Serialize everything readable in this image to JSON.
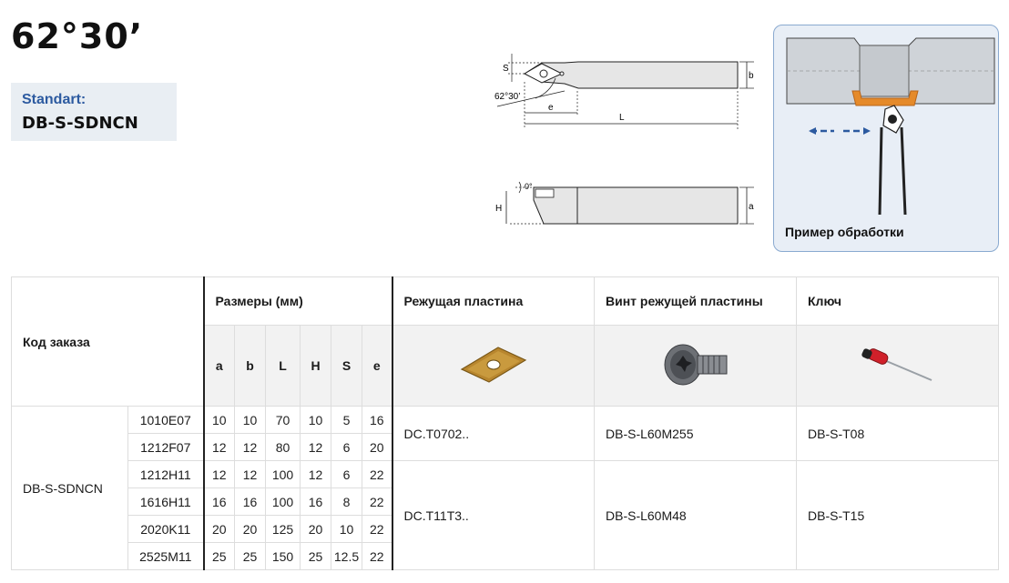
{
  "title": "62°30’",
  "standard": {
    "label": "Standart:",
    "value": "DB-S-SDNCN"
  },
  "drawing": {
    "top_labels": {
      "s": "S",
      "b": "b",
      "angle": "62°30’",
      "e": "e",
      "l": "L"
    },
    "side_labels": {
      "angle": "0°",
      "h": "H",
      "a": "a"
    }
  },
  "example": {
    "caption": "Пример обработки"
  },
  "table": {
    "headers": {
      "order_code": "Код заказа",
      "dimensions": "Размеры (мм)",
      "insert": "Режущая пластина",
      "screw": "Винт режущей пластины",
      "key": "Ключ"
    },
    "dim_columns": [
      "a",
      "b",
      "L",
      "H",
      "S",
      "e"
    ],
    "family": "DB-S-SDNCN",
    "rows": [
      {
        "size": "1010E07",
        "a": "10",
        "b": "10",
        "L": "70",
        "H": "10",
        "S": "5",
        "e": "16"
      },
      {
        "size": "1212F07",
        "a": "12",
        "b": "12",
        "L": "80",
        "H": "12",
        "S": "6",
        "e": "20"
      },
      {
        "size": "1212H11",
        "a": "12",
        "b": "12",
        "L": "100",
        "H": "12",
        "S": "6",
        "e": "22"
      },
      {
        "size": "1616H11",
        "a": "16",
        "b": "16",
        "L": "100",
        "H": "16",
        "S": "8",
        "e": "22"
      },
      {
        "size": "2020K11",
        "a": "20",
        "b": "20",
        "L": "125",
        "H": "20",
        "S": "10",
        "e": "22"
      },
      {
        "size": "2525M11",
        "a": "25",
        "b": "25",
        "L": "150",
        "H": "25",
        "S": "12.5",
        "e": "22"
      }
    ],
    "groups": [
      {
        "insert": "DC.T0702..",
        "screw": "DB-S-L60M255",
        "key": "DB-S-T08"
      },
      {
        "insert": "DC.T11T3..",
        "screw": "DB-S-L60M48",
        "key": "DB-S-T15"
      }
    ]
  }
}
